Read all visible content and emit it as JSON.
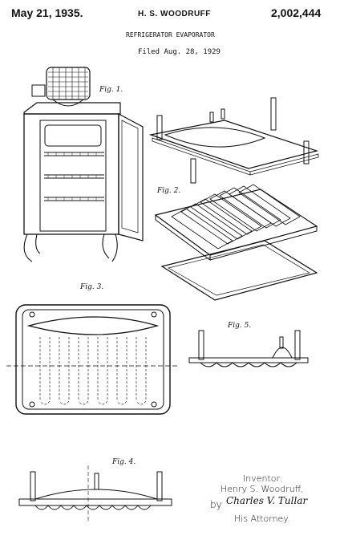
{
  "header": {
    "date": "May 21, 1935.",
    "inventor": "H. S. WOODRUFF",
    "patent_number": "2,002,444",
    "title": "REFRIGERATOR EVAPORATOR",
    "filed": "Filed Aug. 28, 1929"
  },
  "figures": {
    "fig1": "Fig. 1.",
    "fig2": "Fig. 2.",
    "fig3": "Fig. 3.",
    "fig4": "Fig. 4.",
    "fig5": "Fig. 5."
  },
  "signature": {
    "inventor_label": "Inventor:",
    "inventor_name": "Henry S. Woodruff,",
    "by": "by",
    "attorney_signature": "Charles V. Tullar",
    "attorney_label": "His Attorney."
  }
}
